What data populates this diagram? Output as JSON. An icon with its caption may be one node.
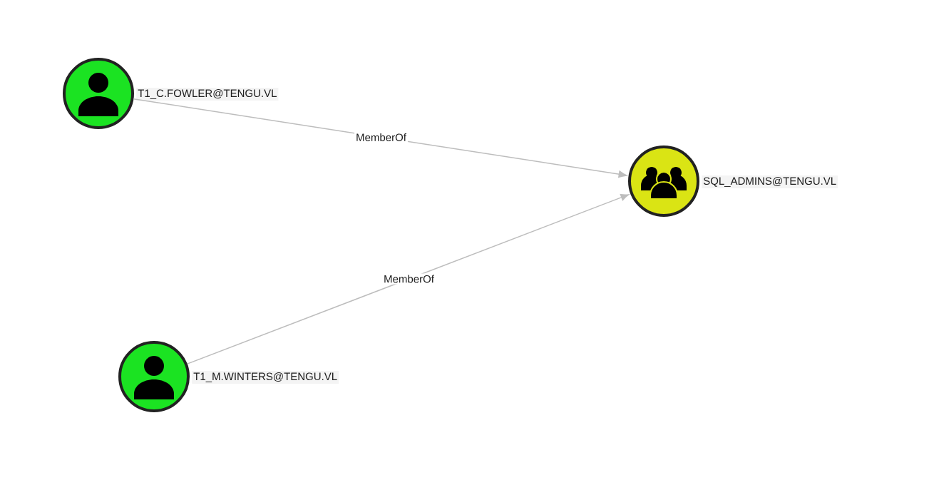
{
  "diagram": {
    "nodes": [
      {
        "text": [
          "T1_C.FOWLER@TENGU.VL"
        ]
      },
      {
        "text": [
          "SQL_ADMINS@TENGU.VL"
        ]
      },
      {
        "text": [
          "T1_M.WINTERS@TENGU.VL"
        ]
      }
    ],
    "edges": [
      {
        "from": 0,
        "to": 1,
        "arrow": "to",
        "label": "MemberOf"
      },
      {
        "from": 2,
        "to": 1,
        "arrow": "to",
        "label": "MemberOf"
      }
    ]
  }
}
